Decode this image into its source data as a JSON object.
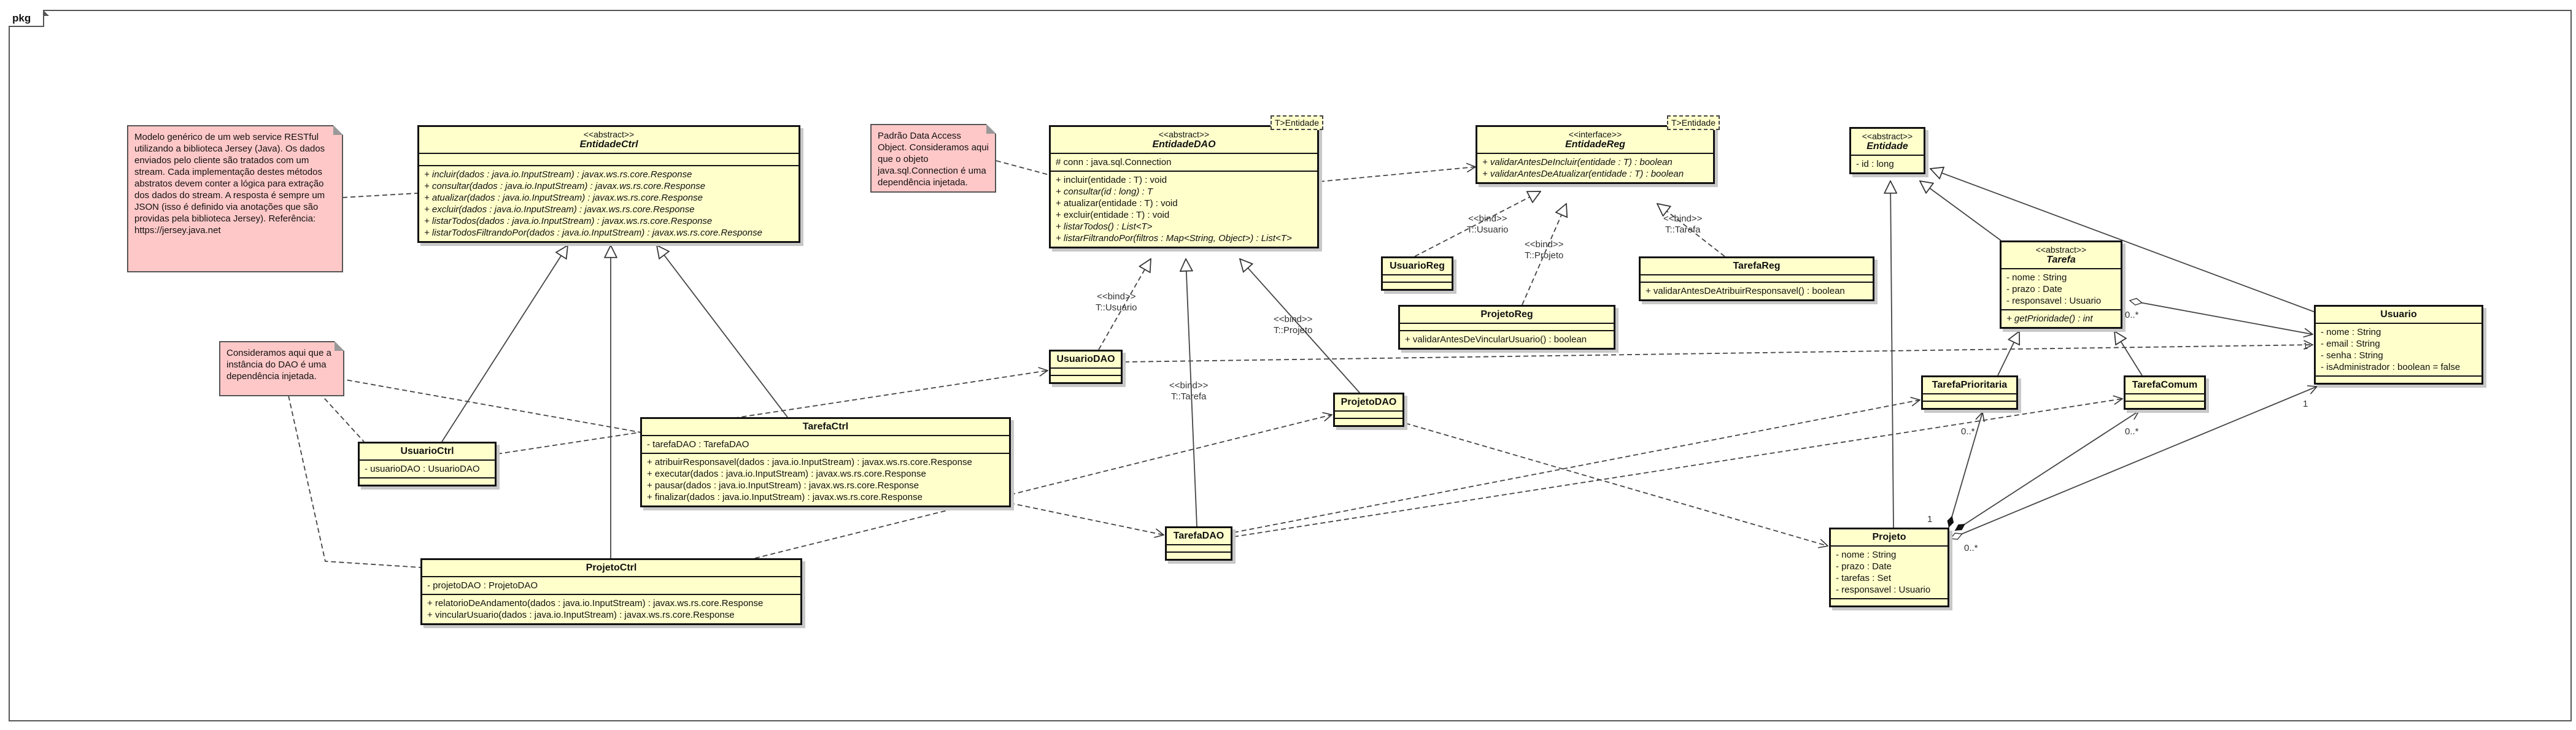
{
  "diagram": {
    "package_label": "pkg",
    "notes": {
      "webservice": "Modelo genérico de um web service RESTful utilizando a biblioteca Jersey (Java). Os dados enviados pelo cliente são tratados com um stream. Cada implementação destes métodos abstratos devem conter a lógica para extração dos dados do stream. A resposta é sempre um JSON (isso é definido via anotações que são providas pela biblioteca Jersey). Referência: https://jersey.java.net",
      "dao": "Padrão Data Access Object. Consideramos aqui que o objeto java.sql.Connection é uma dependência injetada.",
      "injection": "Consideramos aqui que a instância do DAO é uma dependência injetada."
    },
    "classes": {
      "entidadeCtrl": {
        "stereotype": "<<abstract>>",
        "name": "EntidadeCtrl",
        "methods": [
          "+ incluir(dados : java.io.InputStream) : javax.ws.rs.core.Response",
          "+ consultar(dados : java.io.InputStream) : javax.ws.rs.core.Response",
          "+ atualizar(dados : java.io.InputStream) : javax.ws.rs.core.Response",
          "+ excluir(dados : java.io.InputStream) : javax.ws.rs.core.Response",
          "+ listarTodos(dados : java.io.InputStream) : javax.ws.rs.core.Response",
          "+ listarTodosFiltrandoPor(dados : java.io.InputStream) : javax.ws.rs.core.Response"
        ]
      },
      "entidadeDAO": {
        "stereotype": "<<abstract>>",
        "name": "EntidadeDAO",
        "template": "T>Entidade",
        "attributes": [
          "# conn : java.sql.Connection"
        ],
        "methods": [
          "+ incluir(entidade : T) : void",
          "+ consultar(id : long) : T",
          "+ atualizar(entidade : T) : void",
          "+ excluir(entidade : T) : void",
          "+ listarTodos() : List<T>",
          "+ listarFiltrandoPor(filtros : Map<String, Object>) : List<T>"
        ]
      },
      "entidadeReg": {
        "stereotype": "<<interface>>",
        "name": "EntidadeReg",
        "template": "T>Entidade",
        "methods": [
          "+ validarAntesDeIncluir(entidade : T) : boolean",
          "+ validarAntesDeAtualizar(entidade : T) : boolean"
        ]
      },
      "entidade": {
        "stereotype": "<<abstract>>",
        "name": "Entidade",
        "attributes": [
          "- id : long"
        ]
      },
      "usuarioReg": {
        "name": "UsuarioReg"
      },
      "projetoReg": {
        "name": "ProjetoReg",
        "methods": [
          "+ validarAntesDeVincularUsuario() : boolean"
        ]
      },
      "tarefaReg": {
        "name": "TarefaReg",
        "methods": [
          "+ validarAntesDeAtribuirResponsavel() : boolean"
        ]
      },
      "tarefa": {
        "stereotype": "<<abstract>>",
        "name": "Tarefa",
        "attributes": [
          "- nome : String",
          "- prazo : Date",
          "- responsavel : Usuario"
        ],
        "methods": [
          "+ getPrioridade() : int"
        ]
      },
      "usuario": {
        "name": "Usuario",
        "attributes": [
          "- nome : String",
          "- email : String",
          "- senha : String",
          "- isAdministrador : boolean = false"
        ]
      },
      "usuarioDAO": {
        "name": "UsuarioDAO"
      },
      "projetoDAO": {
        "name": "ProjetoDAO"
      },
      "tarefaDAO": {
        "name": "TarefaDAO"
      },
      "tarefaPrioritaria": {
        "name": "TarefaPrioritaria"
      },
      "tarefaComum": {
        "name": "TarefaComum"
      },
      "usuarioCtrl": {
        "name": "UsuarioCtrl",
        "attributes": [
          "- usuarioDAO : UsuarioDAO"
        ]
      },
      "tarefaCtrl": {
        "name": "TarefaCtrl",
        "attributes": [
          "- tarefaDAO : TarefaDAO"
        ],
        "methods": [
          "+ atribuirResponsavel(dados : java.io.InputStream) : javax.ws.rs.core.Response",
          "+ executar(dados : java.io.InputStream) : javax.ws.rs.core.Response",
          "+ pausar(dados : java.io.InputStream) : javax.ws.rs.core.Response",
          "+ finalizar(dados : java.io.InputStream) : javax.ws.rs.core.Response"
        ]
      },
      "projetoCtrl": {
        "name": "ProjetoCtrl",
        "attributes": [
          "- projetoDAO : ProjetoDAO"
        ],
        "methods": [
          "+ relatorioDeAndamento(dados : java.io.InputStream) : javax.ws.rs.core.Response",
          "+ vincularUsuario(dados : java.io.InputStream) : javax.ws.rs.core.Response"
        ]
      },
      "projeto": {
        "name": "Projeto",
        "attributes": [
          "- nome : String",
          "- prazo : Date",
          "- tarefas : Set",
          "- responsavel : Usuario"
        ]
      }
    },
    "edge_labels": {
      "bind_usuario_dao": "<<bind>>\nT::Usuario",
      "bind_projeto_dao": "<<bind>>\nT::Projeto",
      "bind_tarefa_dao": "<<bind>>\nT::Tarefa",
      "bind_usuario_reg": "<<bind>>\nT::Usuario",
      "bind_projeto_reg": "<<bind>>\nT::Projeto",
      "bind_tarefa_reg": "<<bind>>\nT::Tarefa",
      "mult_tarefa_usuario": "0..*",
      "mult_usuario_one_a": "1",
      "mult_usuario_one_b": "1",
      "mult_prio_many": "0..*",
      "mult_prio_one": "1",
      "mult_comum_many": "0..*",
      "mult_projeto_many": "0..*"
    }
  }
}
